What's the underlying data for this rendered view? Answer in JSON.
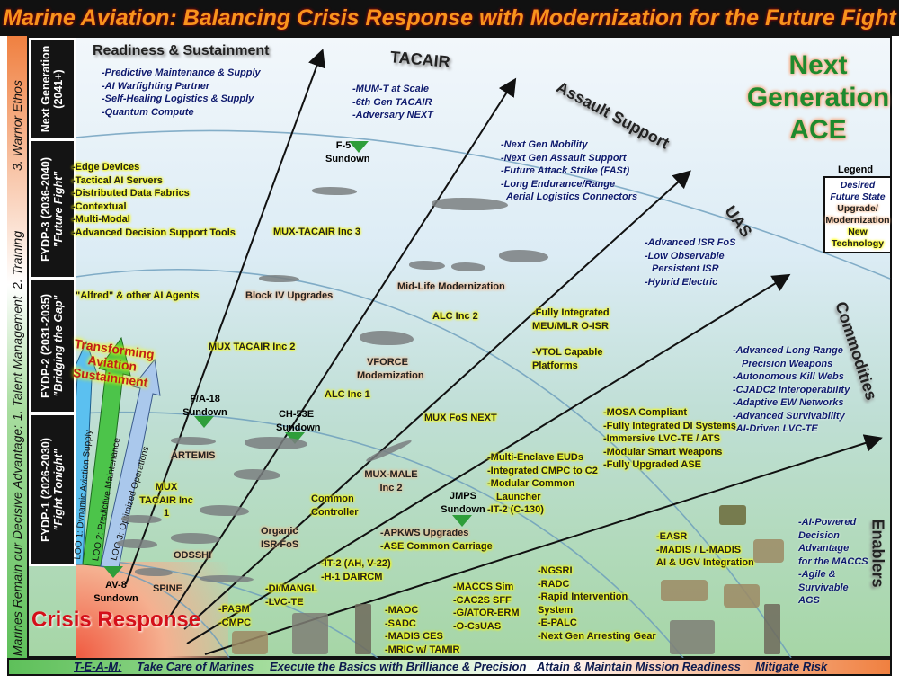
{
  "title": "Marine Aviation: Balancing Crisis Response with Modernization for the Future Fight",
  "left_bar": {
    "lead": "Marines Remain our Decisive Advantage:",
    "item1": "1. Talent Management",
    "item2": "2. Training",
    "item3": "3. Warrior Ethos"
  },
  "phases": [
    {
      "name": "Next Generation",
      "sub": "(2041+)"
    },
    {
      "name": "FYDP-3 (2036-2040)",
      "sub": "\"Future Fight\""
    },
    {
      "name": "FYDP-2 (2031-2035)",
      "sub": "\"Bridging the Gap\""
    },
    {
      "name": "FYDP-1 (2026-2030)",
      "sub": "\"Fight Tonight\""
    }
  ],
  "categories": {
    "readiness": "Readiness & Sustainment",
    "tacair": "TACAIR",
    "assault": "Assault Support",
    "uas": "UAS",
    "commodities": "Commodities",
    "enablers": "Enablers",
    "crisis": "Crisis Response"
  },
  "next_gen_ace": [
    "Next",
    "Generation",
    "ACE"
  ],
  "legend": {
    "title": "Legend",
    "desired": "Desired Future State",
    "upgrade": "Upgrade/ Modernization",
    "new": "New Technology"
  },
  "readiness_future": [
    "-Predictive Maintenance & Supply",
    "-AI Warfighting Partner",
    "-Self-Healing Logistics & Supply",
    "-Quantum Compute"
  ],
  "readiness_fydp3": [
    "-Edge Devices",
    "-Tactical AI Servers",
    "-Distributed Data Fabrics",
    "-Contextual",
    "-Multi-Modal",
    "-Advanced Decision Support Tools"
  ],
  "alfred": "\"Alfred\" & other AI Agents",
  "sustainment": {
    "title": "Transforming Aviation Sustainment",
    "loo1": "LOO 1: Dynamic Aviation Supply",
    "loo2": "LOO 2: Predictive Maintenance",
    "loo3": "LOO 3: Optimized Operations"
  },
  "tacair_future": [
    "-MUM-T at Scale",
    "-6th Gen TACAIR",
    "-Adversary NEXT"
  ],
  "tacair": {
    "f5": "F-5 Sundown",
    "inc3": "MUX-TACAIR Inc 3",
    "block4": "Block IV Upgrades",
    "inc2": "MUX TACAIR Inc 2",
    "fa18": "F/A-18 Sundown",
    "artemis": "ARTEMIS",
    "inc1": "MUX TACAIR Inc 1",
    "av8": "AV-8 Sundown",
    "spine": "SPINE"
  },
  "assault_future": [
    "-Next Gen Mobility",
    "-Next Gen Assault Support",
    "-Future Attack Strike (FASt)",
    "-Long Endurance/Range",
    "Aerial Logistics Connectors"
  ],
  "assault": {
    "midlife": "Mid-Life Modernization",
    "alc2": "ALC Inc 2",
    "vforce": "VFORCE Modernization",
    "alc1": "ALC Inc 1",
    "ch53": "CH-53E Sundown",
    "odsshi": "ODSSHI"
  },
  "uas_future": [
    "-Advanced ISR FoS",
    "-Low Observable",
    "Persistent ISR",
    "-Hybrid Electric"
  ],
  "uas": {
    "meu": "-Fully Integrated MEU/MLR O-ISR",
    "vtol": "-VTOL Capable Platforms",
    "muxfos": "MUX FoS NEXT",
    "male": "MUX-MALE Inc 2",
    "common": "Common Controller",
    "organic": "Organic ISR FoS"
  },
  "commodities_future": [
    "-Advanced Long Range",
    "Precision Weapons",
    "-Autonomous Kill Webs",
    "-CJADC2 Interoperability",
    "-Adaptive EW Networks",
    "-Advanced Survivability",
    "-AI-Driven LVC-TE"
  ],
  "commodities_fydp3": [
    "-MOSA Compliant",
    "-Fully Integrated DI Systems",
    "-Immersive LVC-TE / ATS",
    "-Modular Smart Weapons",
    "-Fully Upgraded ASE"
  ],
  "commodities_fydp2": [
    "-Multi-Enclave EUDs",
    "-Integrated CMPC to C2",
    "-Modular Common",
    "Launcher",
    "-IT-2 (C-130)"
  ],
  "commodities": {
    "jmps": "JMPS Sundown",
    "apkws": "-APKWS Upgrades",
    "ase": "-ASE Common Carriage",
    "it2": "-IT-2 (AH, V-22)",
    "h1": "-H-1 DAIRCM",
    "di": "-DI/MANGL",
    "lvc": "-LVC-TE",
    "pasm": "-PASM",
    "cmpc": "-CMPC"
  },
  "enablers_future": [
    "-AI-Powered",
    "Decision",
    "Advantage",
    "for the MACCS",
    "-Agile &",
    "Survivable",
    "AGS"
  ],
  "enablers_fydp3": [
    "-EASR",
    "-MADIS / L-MADIS",
    "AI & UGV Integration"
  ],
  "enablers_fydp2": [
    "-NGSRI",
    "-RADC",
    "-Rapid Intervention",
    "System",
    "-E-PALC",
    "-Next Gen Arresting Gear"
  ],
  "enablers_fydp1b": [
    "-MACCS Sim",
    "-CAC2S SFF",
    "-G/ATOR-ERM",
    "-O-CsUAS"
  ],
  "enablers_fydp1": [
    "-MAOC",
    "-SADC",
    "-MADIS CES",
    "-MRIC w/ TAMIR"
  ],
  "team": {
    "label": "T-E-A-M:",
    "t": "Take Care of Marines",
    "e": "Execute the Basics with Brilliance & Precision",
    "a": "Attain & Maintain Mission Readiness",
    "m": "Mitigate Risk"
  }
}
